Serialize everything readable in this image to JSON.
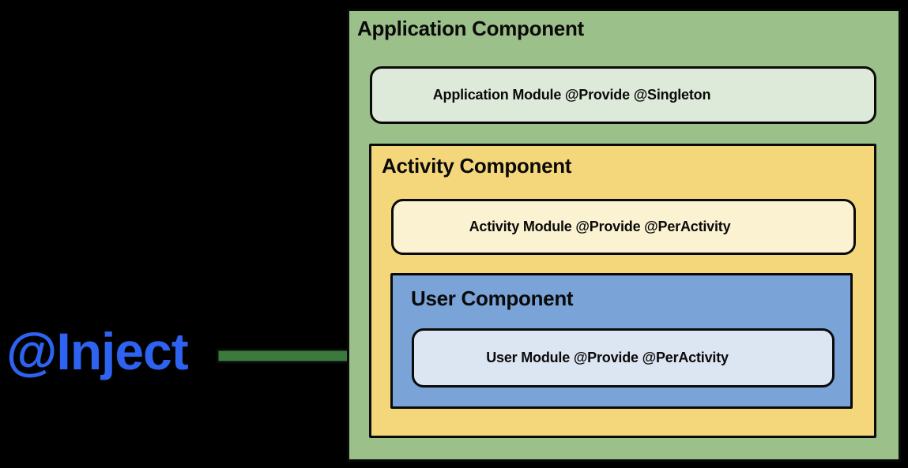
{
  "colors": {
    "bg": "#000000",
    "green": "#9CC089",
    "green-light": "#DEEAD9",
    "yellow": "#F5D77B",
    "yellow-light": "#FAF2D0",
    "blue": "#7AA3D7",
    "blue-light": "#DCE5F2",
    "arrow-green": "#3A7A3C",
    "inject-blue": "#2D63F0",
    "border": "#0A0A0A"
  },
  "diagram": {
    "inject_label": "@Inject",
    "application_component": {
      "title": "Application Component",
      "module_label": "Application Module @Provide @Singleton"
    },
    "activity_component": {
      "title": "Activity Component",
      "module_label": "Activity Module @Provide @PerActivity"
    },
    "user_component": {
      "title": "User Component",
      "module_label": "User Module @Provide @PerActivity"
    }
  }
}
